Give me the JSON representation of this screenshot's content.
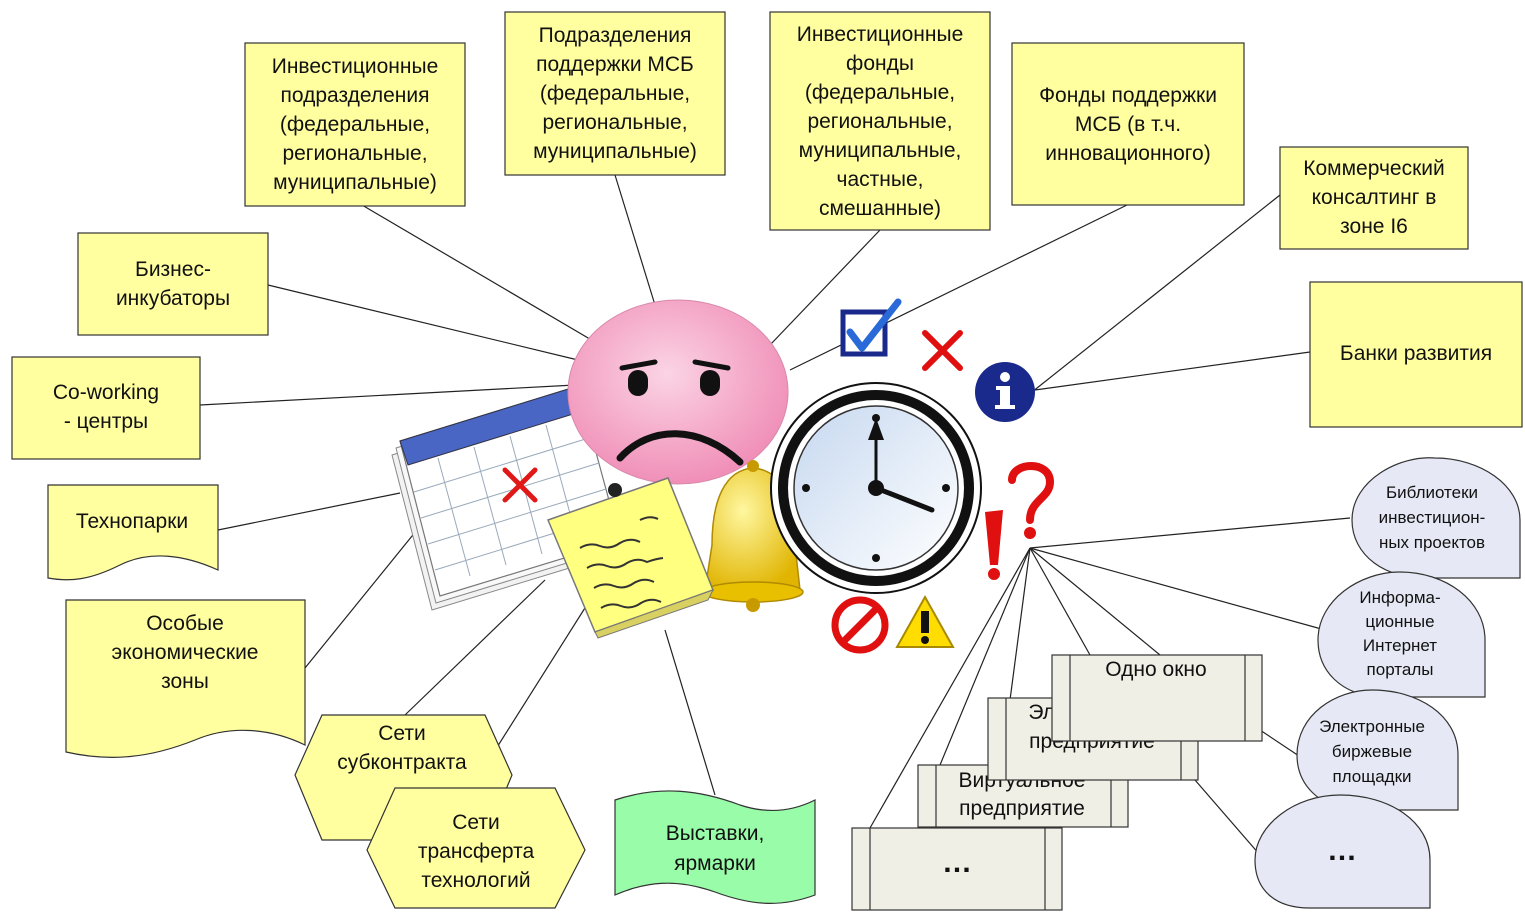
{
  "colors": {
    "box_fill": "#ffffa0",
    "green_fill": "#98fca8",
    "gray_fill": "#efefe6",
    "oval_fill": "#e6e9f5",
    "face_fill": "#f4a8c8",
    "accent_red": "#e01010",
    "accent_navy": "#1a2a8c"
  },
  "boxes": {
    "investment_divisions": [
      "Инвестиционные",
      "подразделения",
      "(федеральные,",
      "региональные,",
      "муниципальные)"
    ],
    "sme_support_divisions": [
      "Подразделения",
      "поддержки МСБ",
      "(федеральные,",
      "региональные,",
      "муниципальные)"
    ],
    "investment_funds": [
      "Инвестиционные",
      "фонды",
      "(федеральные,",
      "региональные,",
      "муниципальные,",
      "частные,",
      "смешанные)"
    ],
    "sme_support_funds": [
      "Фонды поддержки",
      "МСБ (в т.ч.",
      "инновационного)"
    ],
    "commercial_consulting": [
      "Коммерческий",
      "консалтинг в",
      "зоне I6"
    ],
    "business_incubators": [
      "Бизнес-",
      "инкубаторы"
    ],
    "coworking_centers": [
      "Co-working",
      "- центры"
    ],
    "development_banks": [
      "Банки развития"
    ],
    "technoparks": [
      "Технопарки"
    ],
    "special_economic_zones": [
      "Особые",
      "экономические",
      "зоны"
    ],
    "subcontracting_networks": [
      "Сети",
      "субконтракта"
    ],
    "technology_transfer_networks": [
      "Сети",
      "трансферта",
      "технологий"
    ],
    "exhibitions_fairs": [
      "Выставки,",
      "ярмарки"
    ]
  },
  "stacked_boxes": {
    "one_window": "Одно окно",
    "electronic_enterprise": [
      "Электронное",
      "предприятие"
    ],
    "virtual_enterprise": [
      "Виртуальное",
      "предприятие"
    ],
    "more": "…"
  },
  "ovals": {
    "investment_project_libraries": [
      "Библиотеки",
      "инвестицион-",
      "ных проектов"
    ],
    "information_internet_portals": [
      "Информа-",
      "ционные",
      "Интернет",
      "порталы"
    ],
    "electronic_exchange_platforms": [
      "Электронные",
      "биржевые",
      "площадки"
    ],
    "more": "…"
  },
  "icons": [
    "sad-face-icon",
    "calendar-icon",
    "sticky-note-icon",
    "bell-icon",
    "clock-icon",
    "checkbox-icon",
    "cross-icon",
    "info-icon",
    "exclamation-question-icon",
    "prohibition-icon",
    "warning-icon"
  ]
}
